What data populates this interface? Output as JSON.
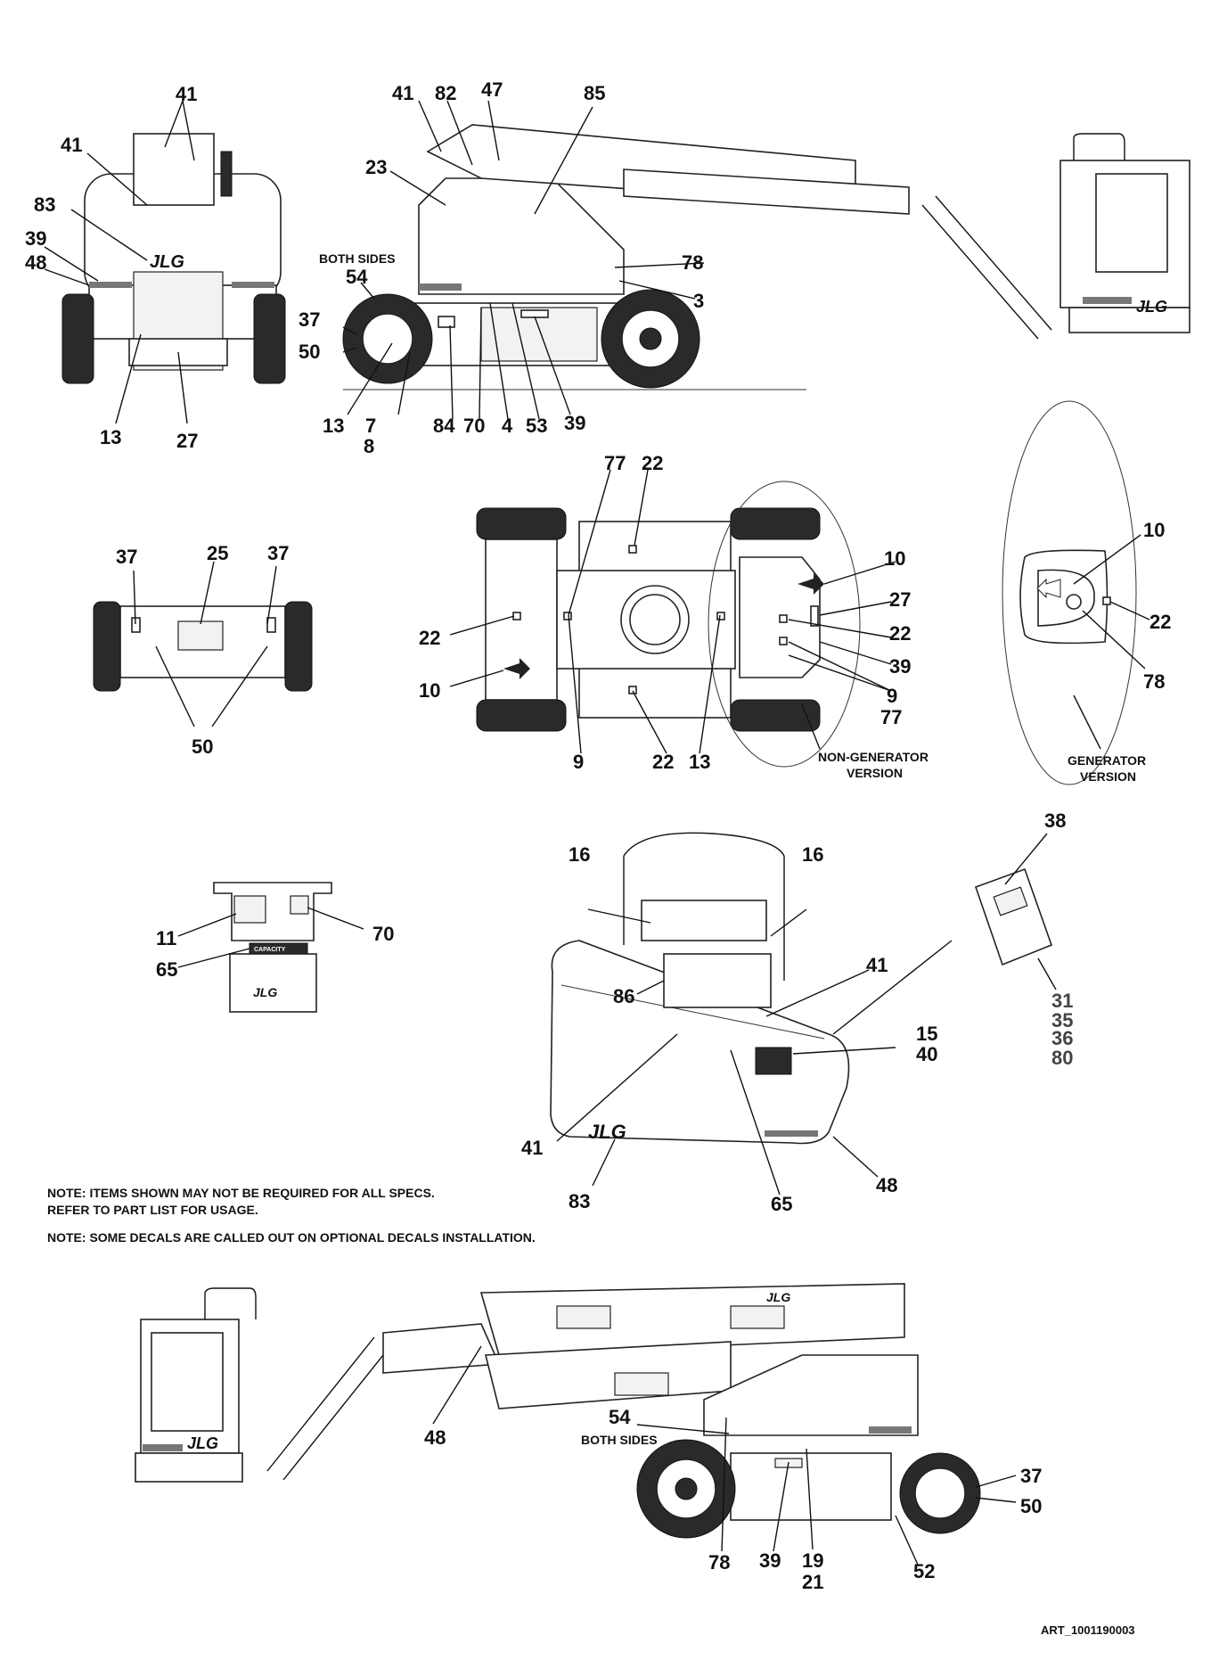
{
  "callouts": {
    "rear_view": [
      "41",
      "41",
      "83",
      "39",
      "48",
      "13",
      "27"
    ],
    "side_view": [
      "41",
      "82",
      "47",
      "85",
      "23",
      "78",
      "3",
      "54",
      "37",
      "50",
      "13",
      "7",
      "8",
      "84",
      "70",
      "4",
      "53",
      "39"
    ],
    "front_view": [
      "37",
      "25",
      "37",
      "50"
    ],
    "top_view": [
      "77",
      "22",
      "10",
      "27",
      "22",
      "39",
      "22",
      "10",
      "9",
      "77",
      "9",
      "22",
      "13"
    ],
    "generator_view": [
      "10",
      "22",
      "78"
    ],
    "control_box": [
      "11",
      "70",
      "65"
    ],
    "platform_view": [
      "16",
      "16",
      "41",
      "86",
      "15",
      "40",
      "41",
      "83",
      "65",
      "48"
    ],
    "manual_case": [
      "38",
      "31",
      "35",
      "36",
      "80"
    ],
    "left_view": [
      "54",
      "48",
      "37",
      "50",
      "78",
      "39",
      "19",
      "21",
      "52"
    ]
  },
  "captions": {
    "both_sides_top": "BOTH SIDES",
    "both_sides_bottom": "BOTH SIDES",
    "non_generator": [
      "NON-GENERATOR",
      "VERSION"
    ],
    "generator": [
      "GENERATOR",
      "VERSION"
    ]
  },
  "notes": [
    "NOTE: ITEMS SHOWN MAY NOT BE REQUIRED FOR ALL SPECS.",
    "REFER TO PART LIST FOR USAGE.",
    "NOTE: SOME DECALS ARE CALLED OUT ON OPTIONAL DECALS INSTALLATION."
  ],
  "art_number": "ART_1001190003",
  "decal_logos": [
    "JLG",
    "JLG",
    "JLG",
    "JLG",
    "JLG",
    "JLG"
  ],
  "decal_texts": [
    "CAPACITY"
  ],
  "colors": {
    "line": "#111111",
    "callout_gray": "#444444",
    "background": "#ffffff"
  }
}
